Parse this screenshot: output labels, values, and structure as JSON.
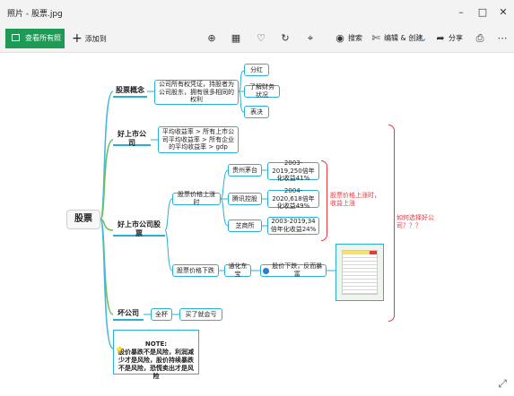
{
  "window": {
    "title": "照片 - 股票.jpg"
  },
  "toolbar": {
    "view_all": "查看所有照片",
    "add_to": "添加到",
    "search": "搜索",
    "edit_create": "编辑 & 创建",
    "share": "分享",
    "icons": [
      "zoom-in-icon",
      "delete-icon",
      "favorite-icon",
      "rotate-icon",
      "crop-icon",
      "search-icon",
      "edit-icon",
      "share-icon",
      "print-icon",
      "more-icon"
    ]
  },
  "mindmap": {
    "root": "股票",
    "concept": {
      "title": "股票概念",
      "desc": "公司所有权凭证，持股者为公司股东，拥有很多相同的权利",
      "children": [
        "分红",
        "了解财务状况",
        "表决"
      ]
    },
    "good_company": {
      "title": "好上市公司",
      "desc": "平均收益率 > 所有上市公司平均收益率 > 所有企业的平均收益率 > gdp"
    },
    "good_stock": {
      "title": "好上市公司股票",
      "rise": {
        "label": "股票价格上涨时",
        "items": [
          {
            "name": "贵州茅台",
            "detail": "2003-2019,250倍年化收益41%"
          },
          {
            "name": "腾讯控股",
            "detail": "2004-2020,618倍年化收益49%"
          },
          {
            "name": "芝商所",
            "detail": "2003-2019,34倍年化收益24%"
          }
        ],
        "note": "股票价格上涨时，收益上涨"
      },
      "fall": {
        "label": "股票价格下跌",
        "example": "通化东宝",
        "result": "股价下跌，反而暴富"
      }
    },
    "question": "如何选择好公司？？？",
    "bad_company": {
      "title": "坏公司",
      "child": "全杯",
      "result": "买了就会亏"
    },
    "note": "NOTE:\n股价暴跌不是风险，利润减少才是风险，股价持续暴跌不是风险，恐慌卖出才是风险"
  },
  "colors": {
    "accent": "#2ab0d6",
    "brand": "#1f9a55",
    "warning": "#e8363a"
  }
}
